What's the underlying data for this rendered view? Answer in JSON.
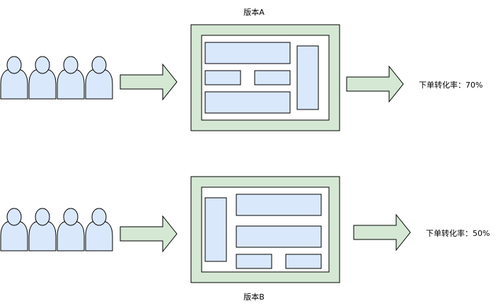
{
  "colors": {
    "frame_fill": "#d5e8d4",
    "block_fill": "#dae8fc",
    "person_fill": "#dae8fc",
    "arrow_fill": "#d5e8d4",
    "stroke": "#000000"
  },
  "versions": [
    {
      "id": "a",
      "title": "版本A",
      "conversion": "下单转化率：70%",
      "users_icon_count": 4
    },
    {
      "id": "b",
      "title": "版本B",
      "conversion": "下单转化率：50%",
      "users_icon_count": 4
    }
  ]
}
